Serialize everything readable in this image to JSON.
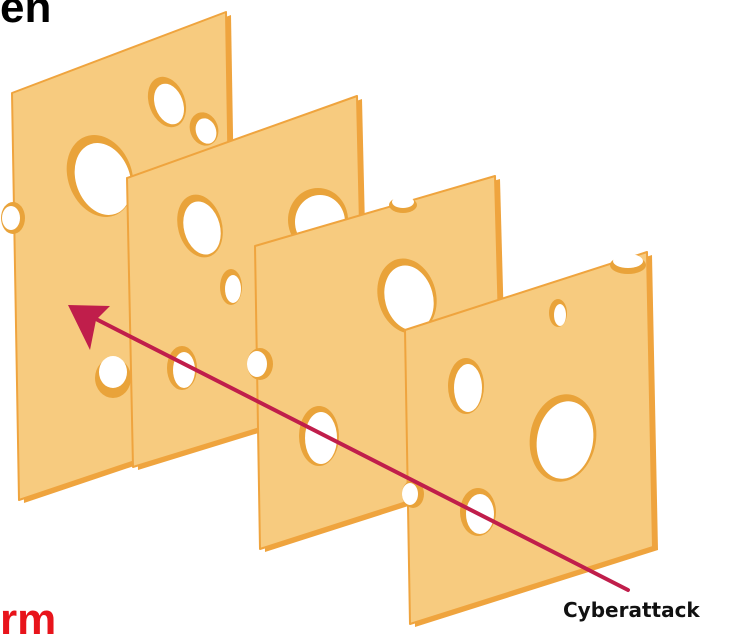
{
  "texts": {
    "title_fragment": "en",
    "bottom_fragment": "rm",
    "attack_label": "Cyberattack"
  },
  "colors": {
    "slice_fill": "#F7CB7F",
    "slice_edge": "#EFA43E",
    "hole_rim": "#E9A33A",
    "arrow": "#C01E4B",
    "harm_text": "#E8141B"
  },
  "diagram": {
    "type": "swiss-cheese-model",
    "slice_count": 4,
    "arrow_direction": "from bottom-right through slices to top-left"
  }
}
